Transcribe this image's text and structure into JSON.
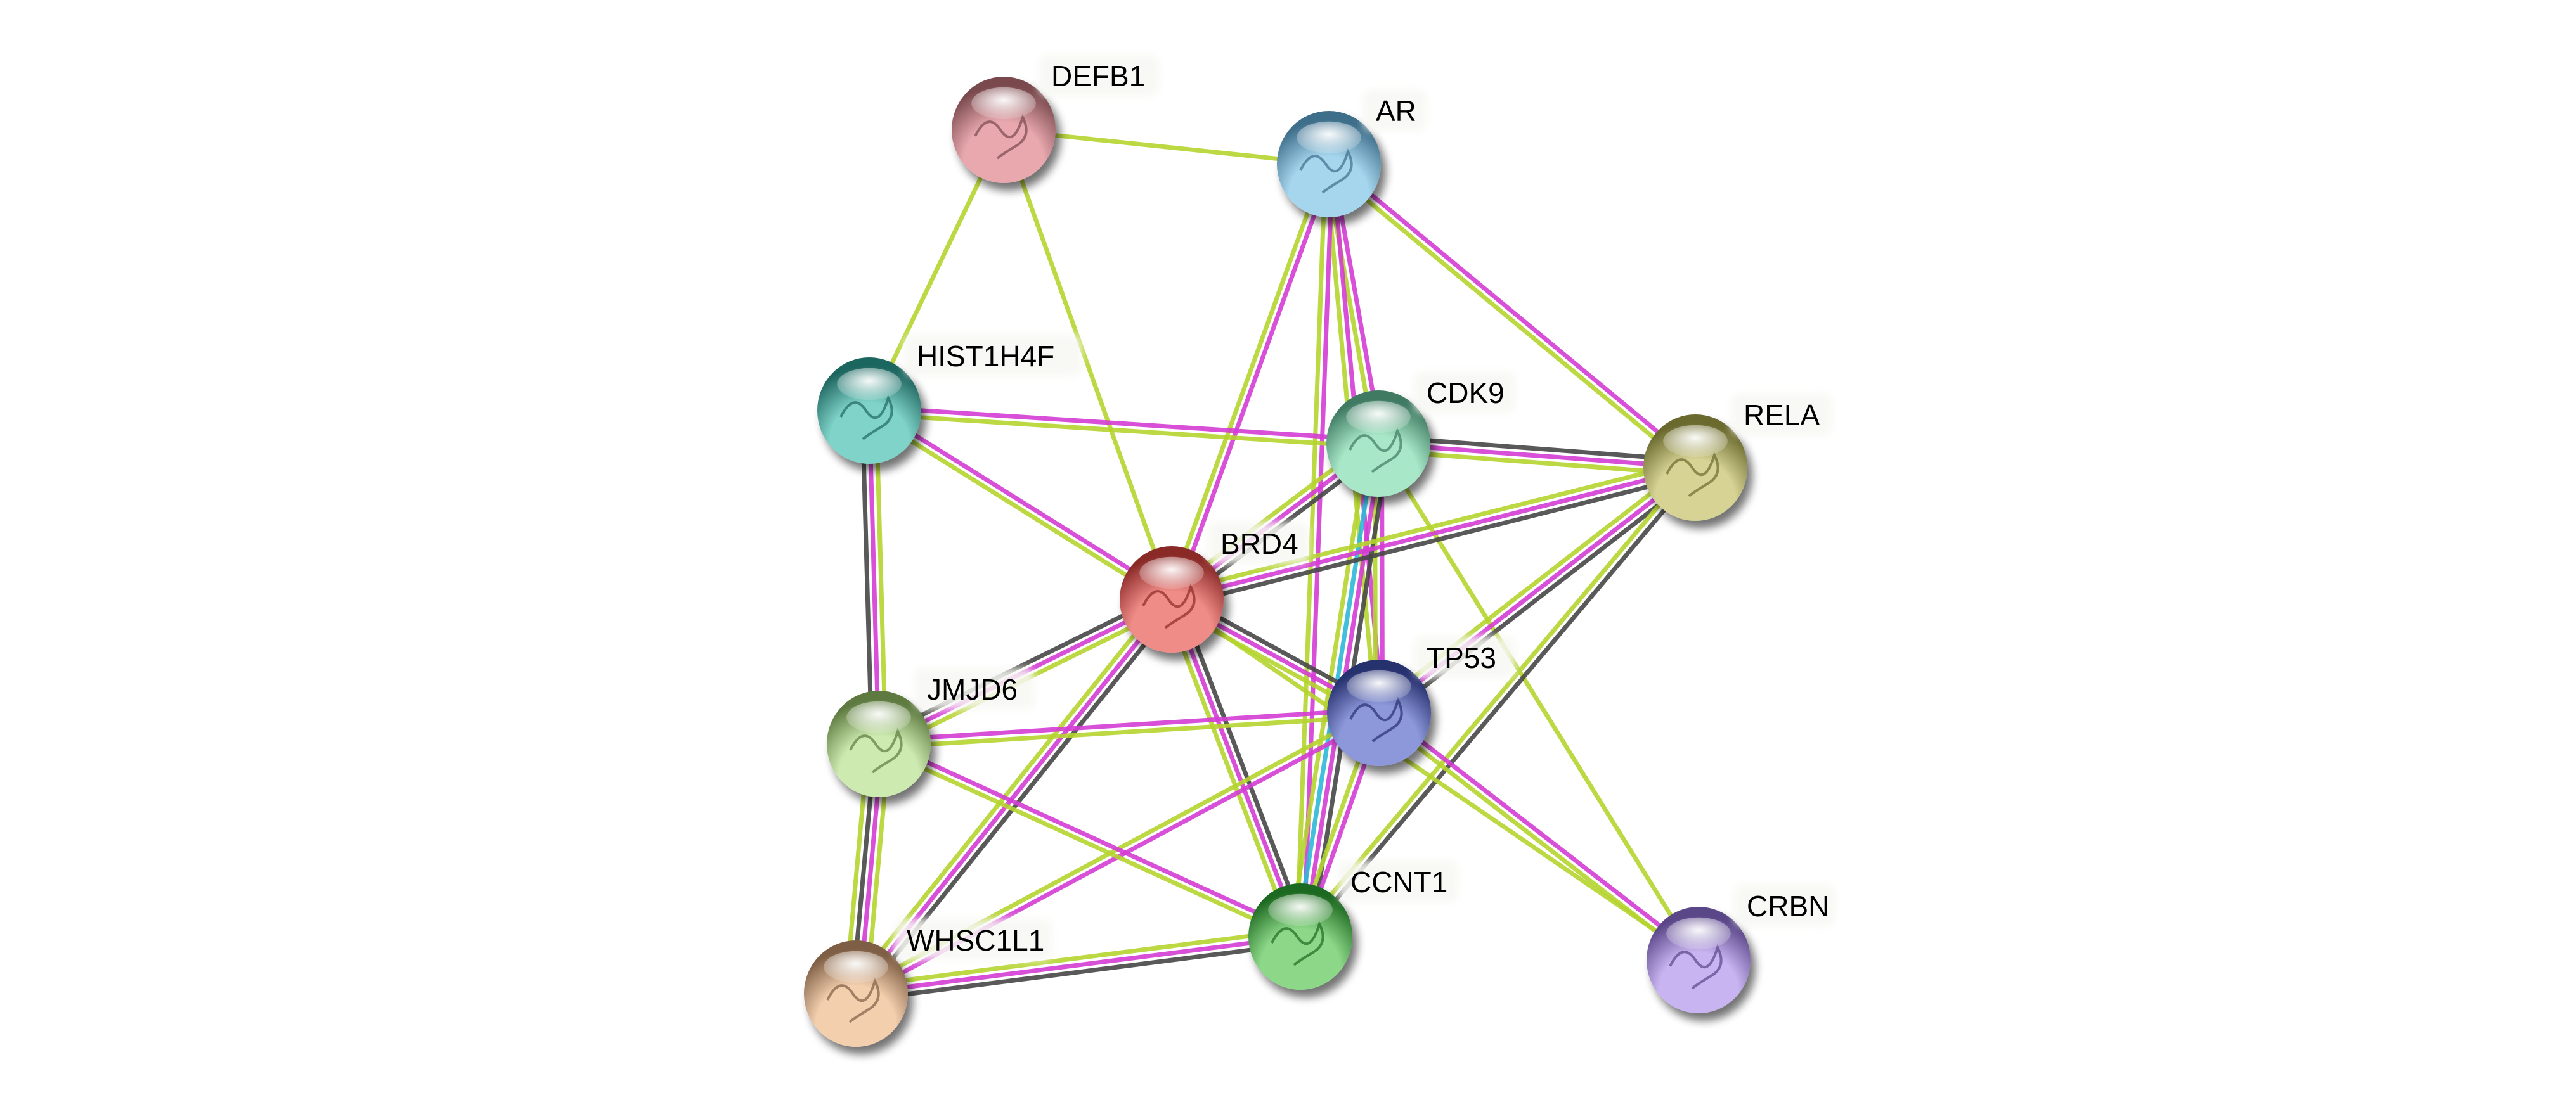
{
  "title": "STRING protein interaction network",
  "evidence_colors": {
    "experiments": "#D43CD4",
    "textmining": "#B5D42F",
    "coexpression": "#474747",
    "databases": "#2FB8D8"
  },
  "nodes": [
    {
      "id": "DEFB1",
      "label": "DEFB1",
      "color": "#E8A8AE",
      "dark": "#7A4A4E",
      "query": false
    },
    {
      "id": "AR",
      "label": "AR",
      "color": "#A6D5EE",
      "dark": "#3E6E8A",
      "query": false
    },
    {
      "id": "HIST1H4F",
      "label": "HIST1H4F",
      "color": "#7FD3C8",
      "dark": "#1F6660",
      "query": false
    },
    {
      "id": "CDK9",
      "label": "CDK9",
      "color": "#A8E8C8",
      "dark": "#3F7A62",
      "query": false
    },
    {
      "id": "RELA",
      "label": "RELA",
      "color": "#D6D394",
      "dark": "#6B6A2E",
      "query": false
    },
    {
      "id": "BRD4",
      "label": "BRD4",
      "color": "#F08C88",
      "dark": "#8A2A28",
      "query": true
    },
    {
      "id": "TP53",
      "label": "TP53",
      "color": "#8C98DA",
      "dark": "#27306E",
      "query": false
    },
    {
      "id": "JMJD6",
      "label": "JMJD6",
      "color": "#CDEBB0",
      "dark": "#5E7A40",
      "query": false
    },
    {
      "id": "CCNT1",
      "label": "CCNT1",
      "color": "#8CD888",
      "dark": "#1F6A22",
      "query": false
    },
    {
      "id": "CRBN",
      "label": "CRBN",
      "color": "#C8B4F0",
      "dark": "#5A4688",
      "query": false
    },
    {
      "id": "WHSC1L1",
      "label": "WHSC1L1",
      "color": "#F4CFAE",
      "dark": "#7E5E44",
      "query": false
    }
  ],
  "edges": [
    {
      "a": "DEFB1",
      "b": "AR",
      "evidence": [
        "textmining"
      ]
    },
    {
      "a": "DEFB1",
      "b": "HIST1H4F",
      "evidence": [
        "textmining"
      ]
    },
    {
      "a": "DEFB1",
      "b": "BRD4",
      "evidence": [
        "textmining"
      ]
    },
    {
      "a": "AR",
      "b": "BRD4",
      "evidence": [
        "experiments",
        "textmining"
      ]
    },
    {
      "a": "AR",
      "b": "CDK9",
      "evidence": [
        "experiments",
        "textmining"
      ]
    },
    {
      "a": "AR",
      "b": "TP53",
      "evidence": [
        "experiments",
        "textmining"
      ]
    },
    {
      "a": "AR",
      "b": "CCNT1",
      "evidence": [
        "experiments",
        "textmining"
      ]
    },
    {
      "a": "AR",
      "b": "RELA",
      "evidence": [
        "experiments",
        "textmining"
      ]
    },
    {
      "a": "HIST1H4F",
      "b": "CDK9",
      "evidence": [
        "experiments",
        "textmining"
      ]
    },
    {
      "a": "HIST1H4F",
      "b": "BRD4",
      "evidence": [
        "experiments",
        "textmining"
      ]
    },
    {
      "a": "HIST1H4F",
      "b": "JMJD6",
      "evidence": [
        "textmining",
        "experiments",
        "coexpression"
      ]
    },
    {
      "a": "CDK9",
      "b": "RELA",
      "evidence": [
        "coexpression",
        "experiments",
        "textmining"
      ]
    },
    {
      "a": "CDK9",
      "b": "BRD4",
      "evidence": [
        "coexpression",
        "experiments",
        "textmining"
      ]
    },
    {
      "a": "CDK9",
      "b": "TP53",
      "evidence": [
        "experiments",
        "textmining"
      ]
    },
    {
      "a": "CDK9",
      "b": "CCNT1",
      "evidence": [
        "coexpression",
        "experiments",
        "databases",
        "textmining"
      ]
    },
    {
      "a": "CDK9",
      "b": "CRBN",
      "evidence": [
        "textmining"
      ]
    },
    {
      "a": "RELA",
      "b": "BRD4",
      "evidence": [
        "coexpression",
        "experiments",
        "textmining"
      ]
    },
    {
      "a": "RELA",
      "b": "TP53",
      "evidence": [
        "coexpression",
        "experiments",
        "textmining"
      ]
    },
    {
      "a": "RELA",
      "b": "CCNT1",
      "evidence": [
        "coexpression",
        "textmining"
      ]
    },
    {
      "a": "BRD4",
      "b": "TP53",
      "evidence": [
        "coexpression",
        "experiments",
        "textmining"
      ]
    },
    {
      "a": "BRD4",
      "b": "JMJD6",
      "evidence": [
        "textmining",
        "experiments",
        "coexpression"
      ]
    },
    {
      "a": "BRD4",
      "b": "CCNT1",
      "evidence": [
        "coexpression",
        "experiments",
        "textmining"
      ]
    },
    {
      "a": "BRD4",
      "b": "WHSC1L1",
      "evidence": [
        "coexpression",
        "experiments",
        "textmining"
      ]
    },
    {
      "a": "BRD4",
      "b": "CRBN",
      "evidence": [
        "textmining"
      ]
    },
    {
      "a": "TP53",
      "b": "JMJD6",
      "evidence": [
        "textmining",
        "experiments"
      ]
    },
    {
      "a": "TP53",
      "b": "CCNT1",
      "evidence": [
        "experiments",
        "textmining"
      ]
    },
    {
      "a": "TP53",
      "b": "WHSC1L1",
      "evidence": [
        "experiments",
        "textmining"
      ]
    },
    {
      "a": "TP53",
      "b": "CRBN",
      "evidence": [
        "experiments",
        "textmining"
      ]
    },
    {
      "a": "JMJD6",
      "b": "CCNT1",
      "evidence": [
        "experiments",
        "textmining"
      ]
    },
    {
      "a": "JMJD6",
      "b": "WHSC1L1",
      "evidence": [
        "textmining",
        "experiments",
        "coexpression",
        "textmining"
      ]
    },
    {
      "a": "WHSC1L1",
      "b": "CCNT1",
      "evidence": [
        "textmining",
        "experiments",
        "coexpression"
      ]
    }
  ]
}
